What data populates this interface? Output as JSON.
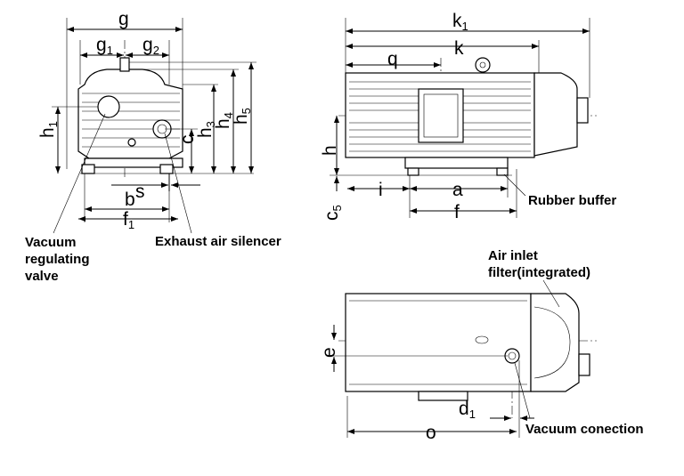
{
  "dimensions": {
    "g": {
      "main": "g",
      "sub": ""
    },
    "g1": {
      "main": "g",
      "sub": "1"
    },
    "g2": {
      "main": "g",
      "sub": "2"
    },
    "h1": {
      "main": "h",
      "sub": "1"
    },
    "c": {
      "main": "c",
      "sub": ""
    },
    "h3": {
      "main": "h",
      "sub": "3"
    },
    "h4": {
      "main": "h",
      "sub": "4"
    },
    "h5": {
      "main": "h",
      "sub": "5"
    },
    "s": {
      "main": "s",
      "sub": ""
    },
    "b": {
      "main": "b",
      "sub": ""
    },
    "f1": {
      "main": "f",
      "sub": "1"
    },
    "k1": {
      "main": "k",
      "sub": "1"
    },
    "k": {
      "main": "k",
      "sub": ""
    },
    "q": {
      "main": "q",
      "sub": ""
    },
    "h": {
      "main": "h",
      "sub": ""
    },
    "c5": {
      "main": "c",
      "sub": "5"
    },
    "i": {
      "main": "i",
      "sub": ""
    },
    "a": {
      "main": "a",
      "sub": ""
    },
    "f": {
      "main": "f",
      "sub": ""
    },
    "e": {
      "main": "e",
      "sub": ""
    },
    "d1": {
      "main": "d",
      "sub": "1"
    },
    "o": {
      "main": "o",
      "sub": ""
    }
  },
  "callouts": {
    "vacuum_valve": [
      "Vacuum",
      "regulating",
      "valve"
    ],
    "exhaust": "Exhaust air silencer",
    "rubber_buffer": "Rubber buffer",
    "air_inlet": [
      "Air inlet",
      "filter(integrated)"
    ],
    "vacuum_connection": "Vacuum conection"
  }
}
